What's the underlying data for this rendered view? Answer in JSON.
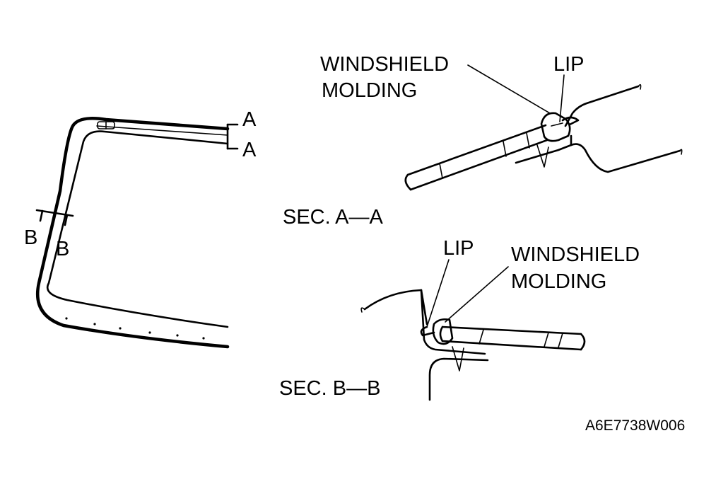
{
  "colors": {
    "ink": "#000000",
    "paper": "#ffffff"
  },
  "overview": {
    "section_a_top": "A",
    "section_a_bottom": "A",
    "section_b_left": "B",
    "section_b_right": "B"
  },
  "section_aa": {
    "caption": "SEC. A—A",
    "molding_label_line1": "WINDSHIELD",
    "molding_label_line2": "MOLDING",
    "lip_label": "LIP"
  },
  "section_bb": {
    "caption": "SEC. B—B",
    "molding_label_line1": "WINDSHIELD",
    "molding_label_line2": "MOLDING",
    "lip_label": "LIP"
  },
  "figure_code": "A6E7738W006"
}
